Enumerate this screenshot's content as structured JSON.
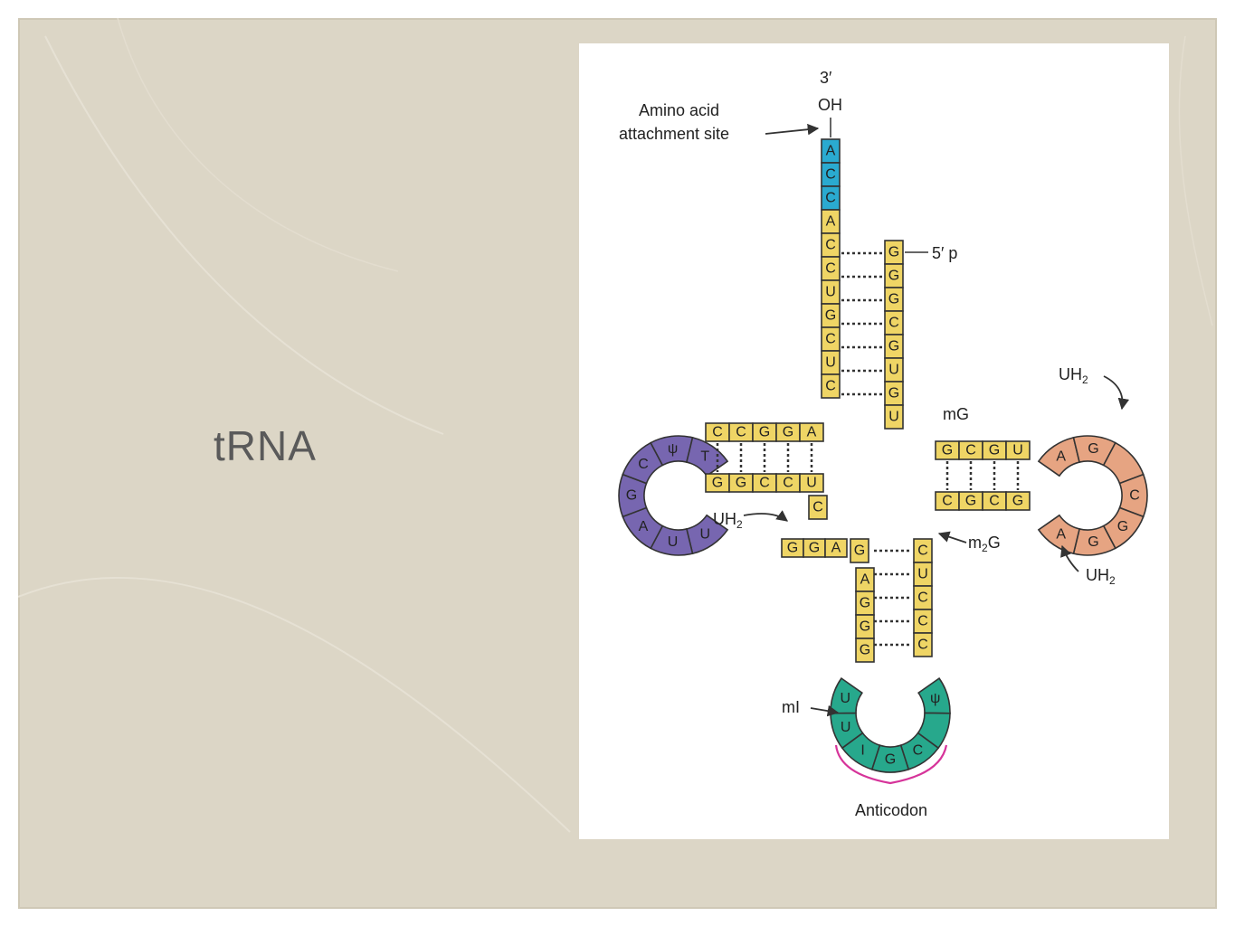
{
  "slide": {
    "title": "tRNA"
  },
  "figure": {
    "labels": {
      "three_prime": "3′",
      "oh": "OH",
      "amino_acid_line1": "Amino acid",
      "amino_acid_line2": "attachment site",
      "five_prime": "5′ p",
      "mg": "mG",
      "uh2_top": "UH",
      "uh2_left": "UH",
      "m2g": "m",
      "m2g_suffix": "G",
      "uh2_bottom": "UH",
      "mi": "mI",
      "anticodon": "Anticodon",
      "subscript_2": "2"
    },
    "colors": {
      "acceptor_end": "#2aaad0",
      "stem": "#efd565",
      "d_loop": "#7766b0",
      "t_loop": "#e6a482",
      "anticodon_loop": "#27a88c",
      "anticodon_bracket": "#d6349a"
    },
    "acceptor_stem_3prime": [
      "A",
      "C",
      "C",
      "A",
      "C",
      "C",
      "U",
      "G",
      "C",
      "U",
      "C"
    ],
    "acceptor_stem_5prime": [
      "G",
      "G",
      "G",
      "C",
      "G",
      "U",
      "G",
      "U"
    ],
    "d_stem_top": [
      "C",
      "C",
      "G",
      "G",
      "A"
    ],
    "d_stem_bottom": [
      "G",
      "G",
      "C",
      "C",
      "U"
    ],
    "d_loop": [
      "U",
      "U",
      "A",
      "G",
      "C",
      "ψ",
      "T"
    ],
    "connector": [
      "C",
      "G",
      "G",
      "A",
      "G"
    ],
    "anticodon_stem_left": [
      "A",
      "G",
      "G",
      "G"
    ],
    "anticodon_stem_right": [
      "C",
      "U",
      "C",
      "C",
      "C"
    ],
    "anticodon_loop": [
      "ψ",
      "",
      "C",
      "G",
      "I",
      "U",
      "U"
    ],
    "t_stem_top": [
      "G",
      "C",
      "G",
      "U"
    ],
    "t_stem_bottom": [
      "C",
      "G",
      "C",
      "G"
    ],
    "t_loop": [
      "A",
      "G",
      "",
      "C",
      "G",
      "G",
      "A"
    ]
  }
}
